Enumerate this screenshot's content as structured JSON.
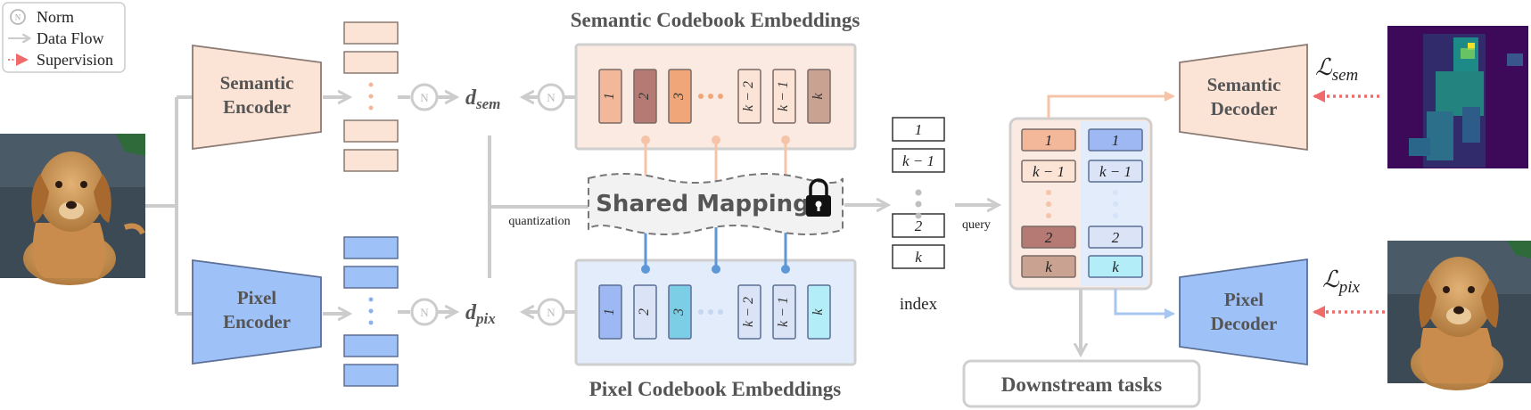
{
  "legend": {
    "norm_label": "Norm",
    "flow_label": "Data Flow",
    "supervision_label": "Supervision",
    "norm_glyph": "N"
  },
  "encoders": {
    "semantic": [
      "Semantic",
      "Encoder"
    ],
    "pixel": [
      "Pixel",
      "Encoder"
    ]
  },
  "decoders": {
    "semantic": [
      "Semantic",
      "Decoder"
    ],
    "pixel": [
      "Pixel",
      "Decoder"
    ]
  },
  "distances": {
    "sem_base": "d",
    "sem_sub": "sem",
    "pix_base": "d",
    "pix_sub": "pix"
  },
  "codebooks": {
    "semantic_title": "Semantic Codebook Embeddings",
    "pixel_title": "Pixel Codebook Embeddings",
    "semantic_cells": [
      "1",
      "2",
      "3",
      "k − 2",
      "k − 1",
      "k"
    ],
    "pixel_cells": [
      "1",
      "2",
      "3",
      "k − 2",
      "k − 1",
      "k"
    ]
  },
  "mapping": {
    "label": "Shared Mapping",
    "quantization_label": "quantization",
    "lock_icon": "lock-icon"
  },
  "index": {
    "cells": [
      "1",
      "k − 1",
      "2",
      "k"
    ],
    "label": "index"
  },
  "query_label": "query",
  "retrieved": {
    "left_cells": [
      "1",
      "k − 1",
      "2",
      "k"
    ],
    "right_cells": [
      "1",
      "k − 1",
      "2",
      "k"
    ]
  },
  "losses": {
    "sem_base": "ℒ",
    "sem_sub": "sem",
    "pix_base": "ℒ",
    "pix_sub": "pix"
  },
  "downstream_label": "Downstream tasks",
  "colors": {
    "semantic_fill": "#fbe3d6",
    "semantic_stroke": "#8a7a72",
    "pixel_fill": "#9ec1f7",
    "pixel_stroke": "#5b6f95",
    "flow_arrow": "#cccccc",
    "supervision": "#ef6a6a",
    "sem_cell_1": "#f3b89a",
    "sem_cell_2": "#b57a74",
    "sem_cell_3": "#f0a678",
    "sem_cell_k": "#c9a292",
    "pix_cell_1": "#9db8f2",
    "pix_cell_2": "#dbe4f7",
    "pix_cell_3": "#7ccde6",
    "pix_cell_k": "#b3eef8"
  }
}
